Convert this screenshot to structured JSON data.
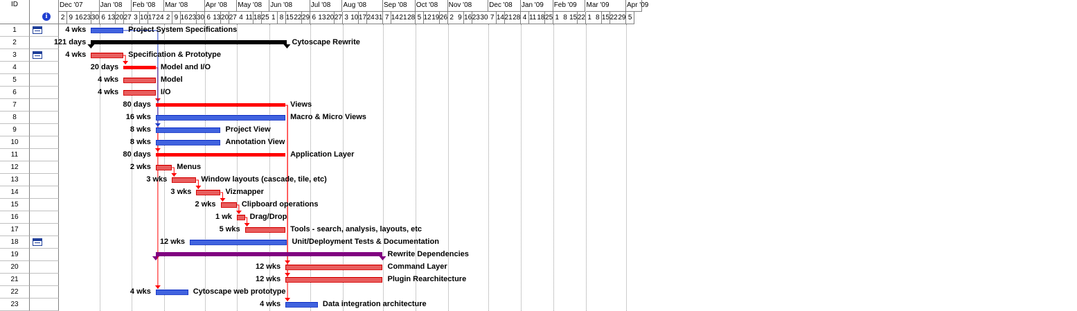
{
  "columns": {
    "id_header": "ID",
    "indicator_icon": "info-icon"
  },
  "timescale": {
    "months": [
      "Dec '07",
      "Jan '08",
      "Feb '08",
      "Mar '08",
      "Apr '08",
      "May '08",
      "Jun '08",
      "Jul '08",
      "Aug '08",
      "Sep '08",
      "Oct '08",
      "Nov '08",
      "Dec '08",
      "Jan '09",
      "Feb '09",
      "Mar '09",
      "Apr '09"
    ],
    "weeks": [
      "2",
      "9",
      "16",
      "23",
      "30",
      "6",
      "13",
      "20",
      "27",
      "3",
      "10",
      "17",
      "24",
      "2",
      "9",
      "16",
      "23",
      "30",
      "6",
      "13",
      "20",
      "27",
      "4",
      "11",
      "18",
      "25",
      "1",
      "8",
      "15",
      "22",
      "29",
      "6",
      "13",
      "20",
      "27",
      "3",
      "10",
      "17",
      "24",
      "31",
      "7",
      "14",
      "21",
      "28",
      "5",
      "12",
      "19",
      "26",
      "2",
      "9",
      "16",
      "23",
      "30",
      "7",
      "14",
      "21",
      "28",
      "4",
      "11",
      "18",
      "25",
      "1",
      "8",
      "15",
      "22",
      "1",
      "8",
      "15",
      "22",
      "29",
      "5"
    ]
  },
  "colors": {
    "blue": "#2c4fd8",
    "red": "#e04040",
    "summary_red": "#ff0000",
    "purple": "#800080",
    "link_red": "#ff0000",
    "link_blue": "#1c3bc8"
  },
  "tasks": [
    {
      "id": "1",
      "name": "Project System Specifications",
      "duration": "4 wks",
      "has_note": true,
      "type": "blue"
    },
    {
      "id": "2",
      "name": "Cytoscape Rewrite",
      "duration": "121 days",
      "has_note": false,
      "type": "summary-black"
    },
    {
      "id": "3",
      "name": "Specification & Prototype",
      "duration": "4 wks",
      "has_note": true,
      "type": "red"
    },
    {
      "id": "4",
      "name": "Model and I/O",
      "duration": "20 days",
      "has_note": false,
      "type": "summary-red"
    },
    {
      "id": "5",
      "name": "Model",
      "duration": "4 wks",
      "has_note": false,
      "type": "red"
    },
    {
      "id": "6",
      "name": "I/O",
      "duration": "4 wks",
      "has_note": false,
      "type": "red"
    },
    {
      "id": "7",
      "name": "Views",
      "duration": "80 days",
      "has_note": false,
      "type": "summary-red"
    },
    {
      "id": "8",
      "name": "Macro & Micro Views",
      "duration": "16 wks",
      "has_note": false,
      "type": "blue"
    },
    {
      "id": "9",
      "name": "Project View",
      "duration": "8 wks",
      "has_note": false,
      "type": "blue"
    },
    {
      "id": "10",
      "name": "Annotation View",
      "duration": "8 wks",
      "has_note": false,
      "type": "blue"
    },
    {
      "id": "11",
      "name": "Application Layer",
      "duration": "80 days",
      "has_note": false,
      "type": "summary-red"
    },
    {
      "id": "12",
      "name": "Menus",
      "duration": "2 wks",
      "has_note": false,
      "type": "red"
    },
    {
      "id": "13",
      "name": "Window layouts (cascade, tile, etc)",
      "duration": "3 wks",
      "has_note": false,
      "type": "red"
    },
    {
      "id": "14",
      "name": "Vizmapper",
      "duration": "3 wks",
      "has_note": false,
      "type": "red"
    },
    {
      "id": "15",
      "name": "Clipboard operations",
      "duration": "2 wks",
      "has_note": false,
      "type": "red"
    },
    {
      "id": "16",
      "name": "Drag/Drop",
      "duration": "1 wk",
      "has_note": false,
      "type": "red"
    },
    {
      "id": "17",
      "name": "Tools - search, analysis, layouts, etc",
      "duration": "5 wks",
      "has_note": false,
      "type": "red"
    },
    {
      "id": "18",
      "name": "Unit/Deployment Tests & Documentation",
      "duration": "12 wks",
      "has_note": true,
      "type": "blue"
    },
    {
      "id": "19",
      "name": "Rewrite Dependencies",
      "duration": "",
      "has_note": false,
      "type": "summary-purple"
    },
    {
      "id": "20",
      "name": "Command Layer",
      "duration": "12 wks",
      "has_note": false,
      "type": "red"
    },
    {
      "id": "21",
      "name": "Plugin Rearchitecture",
      "duration": "12 wks",
      "has_note": false,
      "type": "red"
    },
    {
      "id": "22",
      "name": "Cytoscape web prototype",
      "duration": "4 wks",
      "has_note": false,
      "type": "blue"
    },
    {
      "id": "23",
      "name": "Data integration architecture",
      "duration": "4 wks",
      "has_note": false,
      "type": "blue"
    }
  ]
}
